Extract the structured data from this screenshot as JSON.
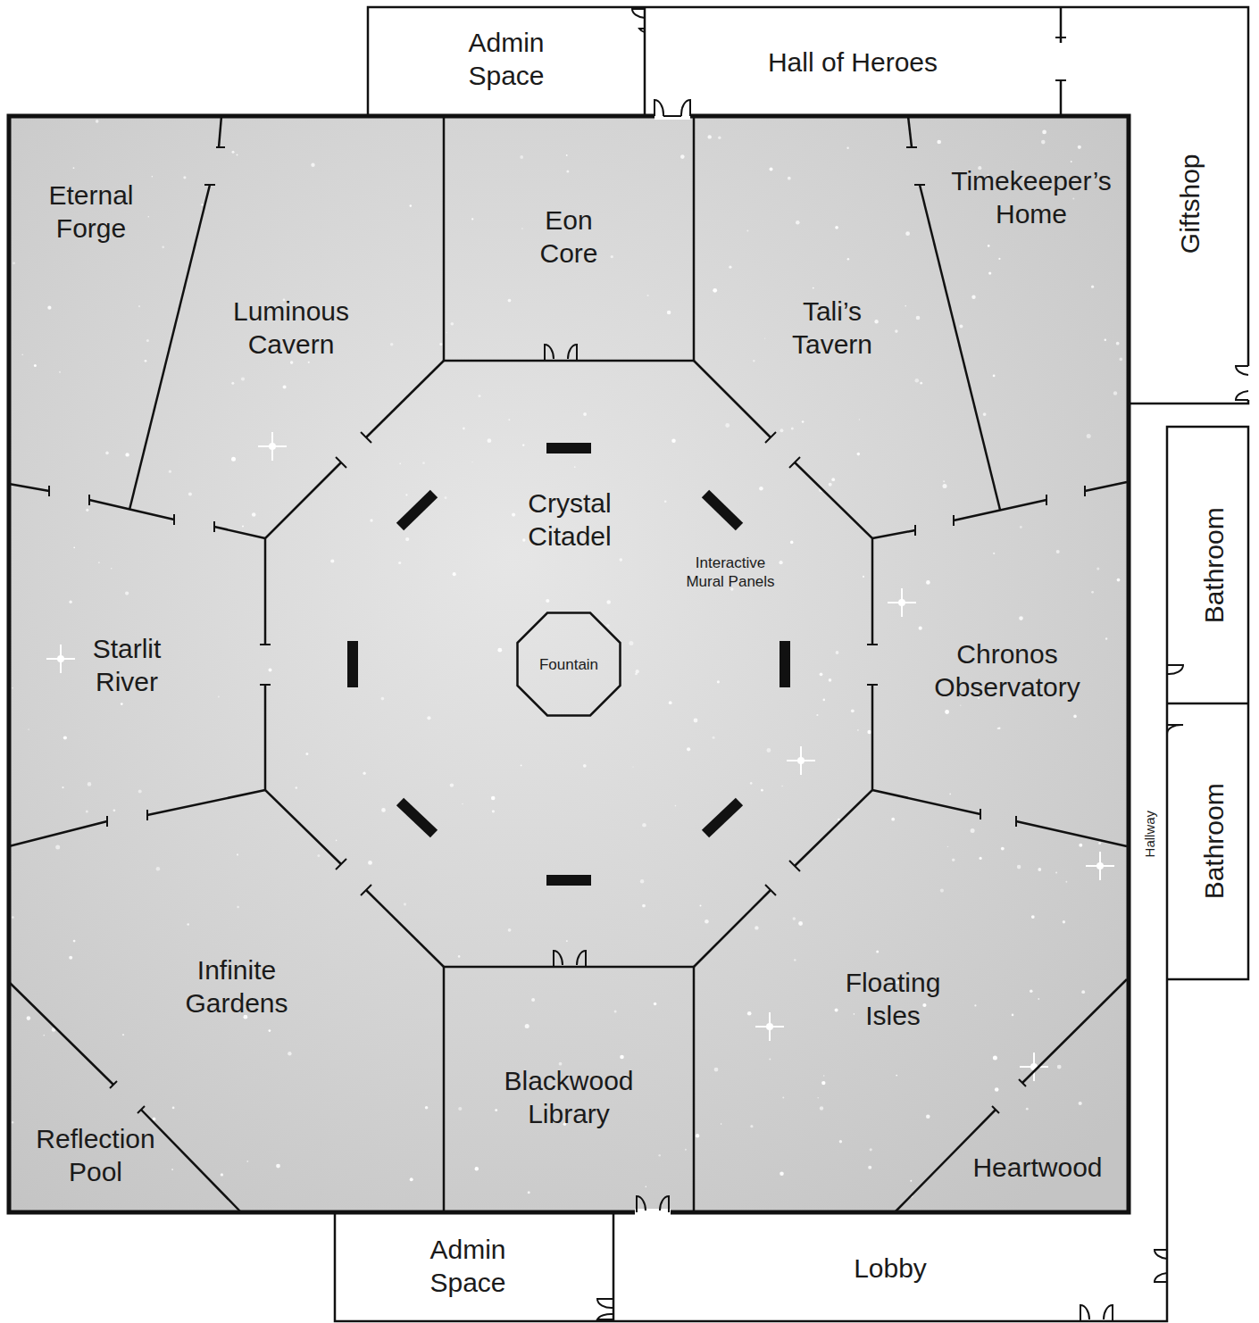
{
  "diagram": {
    "nodes": [
      {
        "text": [
          "Admin Space"
        ]
      },
      {
        "text": [
          "Hall of Heroes"
        ]
      },
      {
        "text": [
          "Eternal Forge"
        ]
      },
      {
        "text": [
          "Eon Core"
        ]
      },
      {
        "text": [
          "Timekeeper’s Home"
        ]
      },
      {
        "text": [
          "Giftshop"
        ]
      },
      {
        "text": [
          "Luminous Cavern"
        ]
      },
      {
        "text": [
          "Tali’s Tavern"
        ]
      },
      {
        "text": [
          "Crystal Citadel"
        ]
      },
      {
        "text": [
          "Fountain"
        ],
        "in": 8
      },
      {
        "text": [
          "Starlit River"
        ]
      },
      {
        "text": [
          "Chronos Observatory"
        ]
      },
      {
        "text": [
          "Bathroom"
        ]
      },
      {
        "text": [
          "Bathroom"
        ]
      },
      {
        "text": [
          "Infinite Gardens"
        ]
      },
      {
        "text": [
          "Floating Isles"
        ]
      },
      {
        "text": [
          "Blackwood Library"
        ]
      },
      {
        "text": [
          "Reflection Pool"
        ]
      },
      {
        "text": [
          "Heartwood"
        ]
      },
      {
        "text": [
          "Admin Space"
        ]
      },
      {
        "text": [
          "Lobby"
        ]
      }
    ],
    "labels": [
      "Interactive Mural Panels",
      "Hallway"
    ]
  }
}
